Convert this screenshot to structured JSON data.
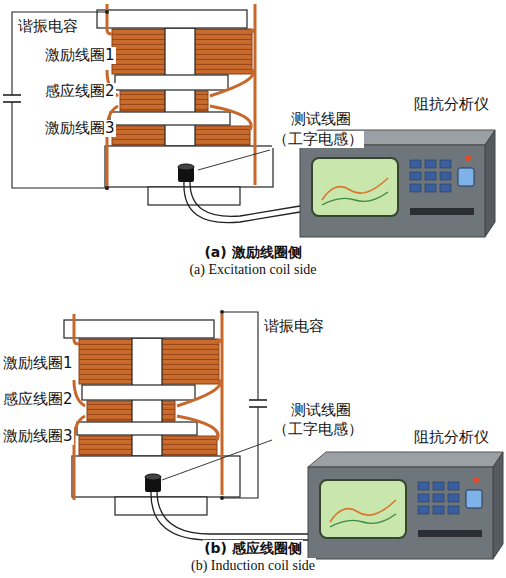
{
  "diagram": {
    "labels": [
      "谐振电容",
      "激励线圈1",
      "感应线圈2",
      "激励线圈3",
      "测试线圈",
      "（工字电感）",
      "阻抗分析仪",
      "(a) 激励线圈侧",
      "(a) Excitation coil side",
      "谐振电容",
      "激励线圈1",
      "感应线圈2",
      "激励线圈3",
      "测试线圈",
      "（工字电感）",
      "阻抗分析仪",
      "(b) 感应线圈侧",
      "(b) Induction coil side"
    ]
  }
}
